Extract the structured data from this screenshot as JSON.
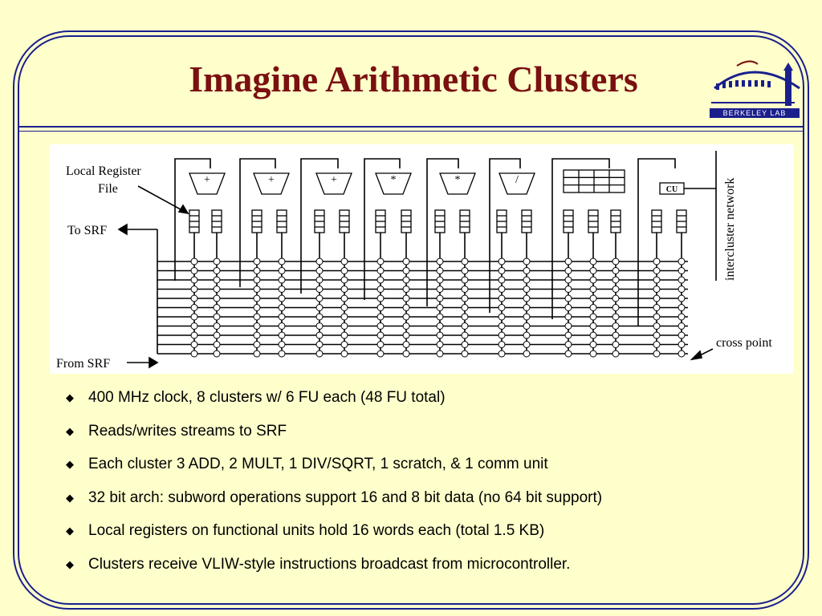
{
  "slide": {
    "title": "Imagine Arithmetic Clusters",
    "logo_text": "BERKELEY LAB",
    "bullet_marker": "◆",
    "bullets": [
      "400 MHz clock, 8 clusters w/ 6 FU each (48 FU total)",
      "Reads/writes streams to SRF",
      "Each cluster 3 ADD, 2 MULT, 1 DIV/SQRT, 1 scratch, & 1 comm unit",
      "32 bit arch: subword operations support 16 and 8 bit data (no 64 bit support)",
      "Local registers on functional units hold 16 words each (total 1.5 KB)",
      "Clusters receive VLIW-style instructions broadcast from microcontroller."
    ]
  },
  "diagram": {
    "labels": {
      "local_register_file_1": "Local Register",
      "local_register_file_2": "File",
      "to_srf": "To SRF",
      "from_srf": "From SRF",
      "cross_point": "cross point",
      "intercluster_network": "intercluster network",
      "cu": "CU"
    },
    "alu_ops": [
      "+",
      "+",
      "+",
      "*",
      "*",
      "/"
    ]
  },
  "colors": {
    "background": "#ffffcc",
    "frame": "#1a1f8c",
    "title": "#7a1010"
  }
}
